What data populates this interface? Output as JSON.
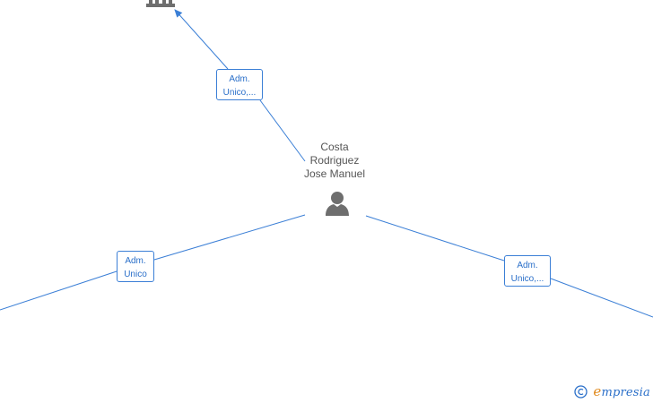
{
  "person": {
    "name_line1": "Costa",
    "name_line2": "Rodriguez",
    "name_line3": "Jose Manuel"
  },
  "relations": [
    {
      "id": "top",
      "line1": "Adm.",
      "line2": "Unico,..."
    },
    {
      "id": "left",
      "line1": "Adm.",
      "line2": "Unico"
    },
    {
      "id": "right",
      "line1": "Adm.",
      "line2": "Unico,..."
    }
  ],
  "brand": {
    "copyright_symbol": "©",
    "name_first": "e",
    "name_rest": "mpresia"
  },
  "colors": {
    "edge": "#3b7fd6",
    "label_text": "#2a6fc9",
    "person_icon": "#6e6e6e",
    "name_text": "#555555",
    "brand_accent": "#e08a1e"
  },
  "icons": {
    "person": "person-icon",
    "company": "building-icon",
    "copyright": "copyright-icon"
  }
}
